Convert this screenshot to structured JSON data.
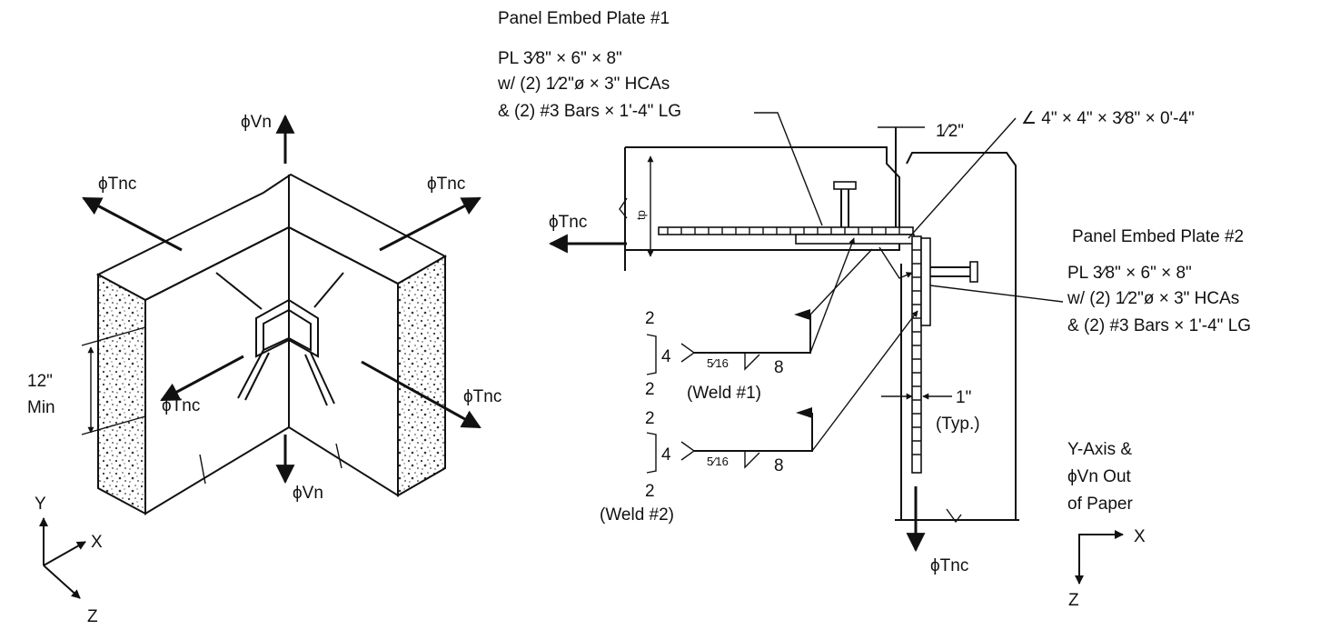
{
  "left_view": {
    "force_vn_top": "ϕVn",
    "force_vn_bottom": "ϕVn",
    "force_tnc_upper_left": "ϕTnc",
    "force_tnc_upper_right": "ϕTnc",
    "force_tnc_mid_left": "ϕTnc",
    "force_tnc_mid_right": "ϕTnc",
    "dim_value": "12\"",
    "dim_note": "Min",
    "axis_y": "Y",
    "axis_x": "X",
    "axis_z": "Z"
  },
  "right_view": {
    "embed1_title": "Panel Embed Plate #1",
    "embed1_line1": "PL 3⁄8\" × 6\" × 8\"",
    "embed1_line2": "w/ (2) 1⁄2\"ø × 3\" HCAs",
    "embed1_line3": "& (2) #3 Bars × 1'-4\" LG",
    "angle_label": "∠ 4\" × 4\" × 3⁄8\" × 0'-4\"",
    "gap_label": "1⁄2\"",
    "tp_label": "tp",
    "tnc_left": "ϕTnc",
    "tnc_bottom": "ϕTnc",
    "embed2_title": "Panel Embed Plate #2",
    "embed2_line1": "PL 3⁄8\" × 6\" × 8\"",
    "embed2_line2": "w/ (2) 1⁄2\"ø × 3\" HCAs",
    "embed2_line3": "& (2) #3 Bars × 1'-4\" LG",
    "weld1": {
      "top": "2",
      "mid": "4",
      "bottom": "2",
      "size": "5⁄16",
      "length": "8",
      "name": "(Weld #1)"
    },
    "weld2": {
      "top": "2",
      "mid": "4",
      "bottom": "2",
      "size": "5⁄16",
      "length": "8",
      "name": "(Weld #2)"
    },
    "dim_1in": "1\"",
    "dim_typ": "(Typ.)",
    "note_line1": "Y-Axis &",
    "note_line2": "ϕVn Out",
    "note_line3": "of Paper",
    "axis_x": "X",
    "axis_z": "Z"
  }
}
